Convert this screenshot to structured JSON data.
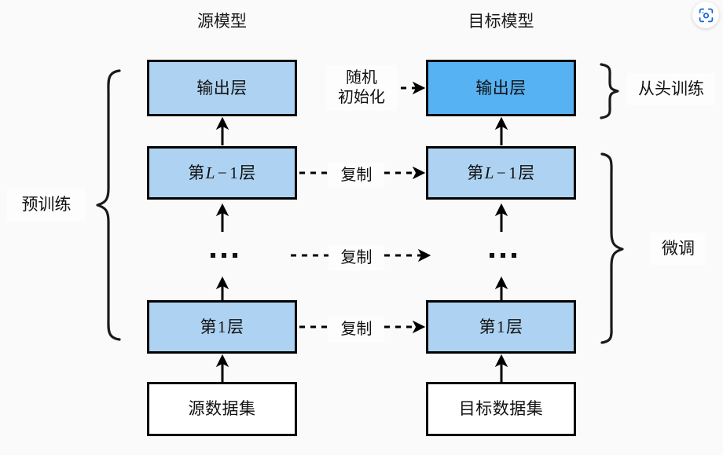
{
  "colors": {
    "background": "#fafafa",
    "layer_light": "#aed3f2",
    "layer_highlight": "#57b2f3",
    "dataset_fill": "#ffffff",
    "stroke": "#000000",
    "accent": "#1565d8"
  },
  "headers": {
    "source": "源模型",
    "target": "目标模型"
  },
  "source_column": {
    "nodes": [
      {
        "label": "输出层",
        "style": "light"
      },
      {
        "label_prefix": "第",
        "label_var": "L",
        "label_op": "−",
        "label_num": "1",
        "label_suffix": "层",
        "style": "light"
      },
      {
        "label": "…",
        "style": "ellipsis"
      },
      {
        "label_prefix": "第",
        "label_num": "1",
        "label_suffix": "层",
        "style": "light"
      },
      {
        "label": "源数据集",
        "style": "plain"
      }
    ]
  },
  "target_column": {
    "nodes": [
      {
        "label": "输出层",
        "style": "dark"
      },
      {
        "label_prefix": "第",
        "label_var": "L",
        "label_op": "−",
        "label_num": "1",
        "label_suffix": "层",
        "style": "light"
      },
      {
        "label": "…",
        "style": "ellipsis"
      },
      {
        "label_prefix": "第",
        "label_num": "1",
        "label_suffix": "层",
        "style": "light"
      },
      {
        "label": "目标数据集",
        "style": "plain"
      }
    ]
  },
  "edges": [
    {
      "id": "random-init",
      "line1": "随机",
      "line2": "初始化"
    },
    {
      "id": "copy-l1",
      "line1": "复制"
    },
    {
      "id": "copy-mid",
      "line1": "复制"
    },
    {
      "id": "copy-1",
      "line1": "复制"
    }
  ],
  "braces": {
    "left": {
      "label": "预训练"
    },
    "right_top": {
      "label": "从头训练"
    },
    "right_bottom": {
      "label": "微调"
    }
  },
  "toolbar": {
    "capture_icon": "scan-capture-icon"
  }
}
